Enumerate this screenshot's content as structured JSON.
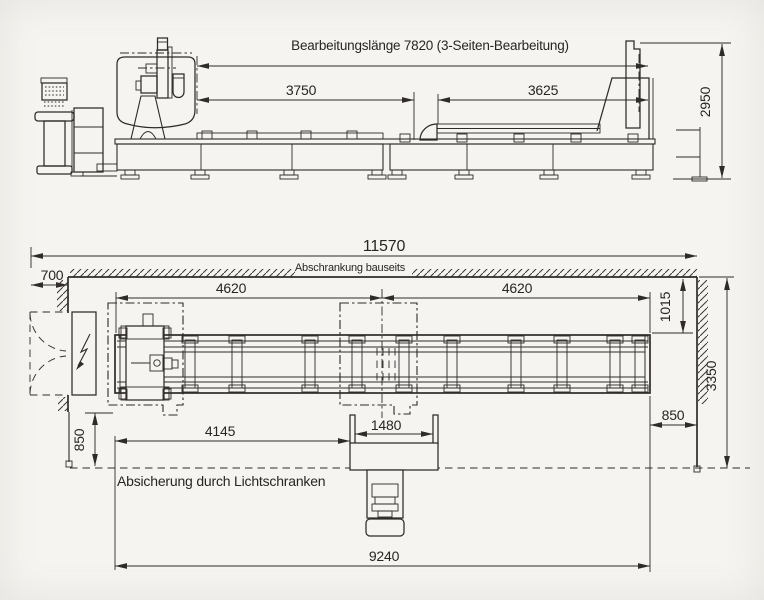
{
  "colors": {
    "paper": "#f5f4f0",
    "ink": "#2e2b28"
  },
  "side_view": {
    "machining_length_label": "Bearbeitungslänge 7820  (3-Seiten-Bearbeitung)",
    "dim_zone_left": "3750",
    "dim_zone_right": "3625",
    "dim_height": "2950"
  },
  "plan_view": {
    "dim_total_width": "11570",
    "dim_door": "700",
    "barrier_label": "Abschrankung bauseits",
    "dim_field_left": "4620",
    "dim_field_right": "4620",
    "dim_clearance_top": "1015",
    "dim_depth": "3350",
    "dim_clearance_right": "850",
    "dim_clearance_left": "850",
    "dim_conveyor_offset": "4145",
    "dim_conveyor_width": "1480",
    "dim_bed_length": "9240",
    "light_barrier_label": "Absicherung durch Lichtschranken"
  }
}
